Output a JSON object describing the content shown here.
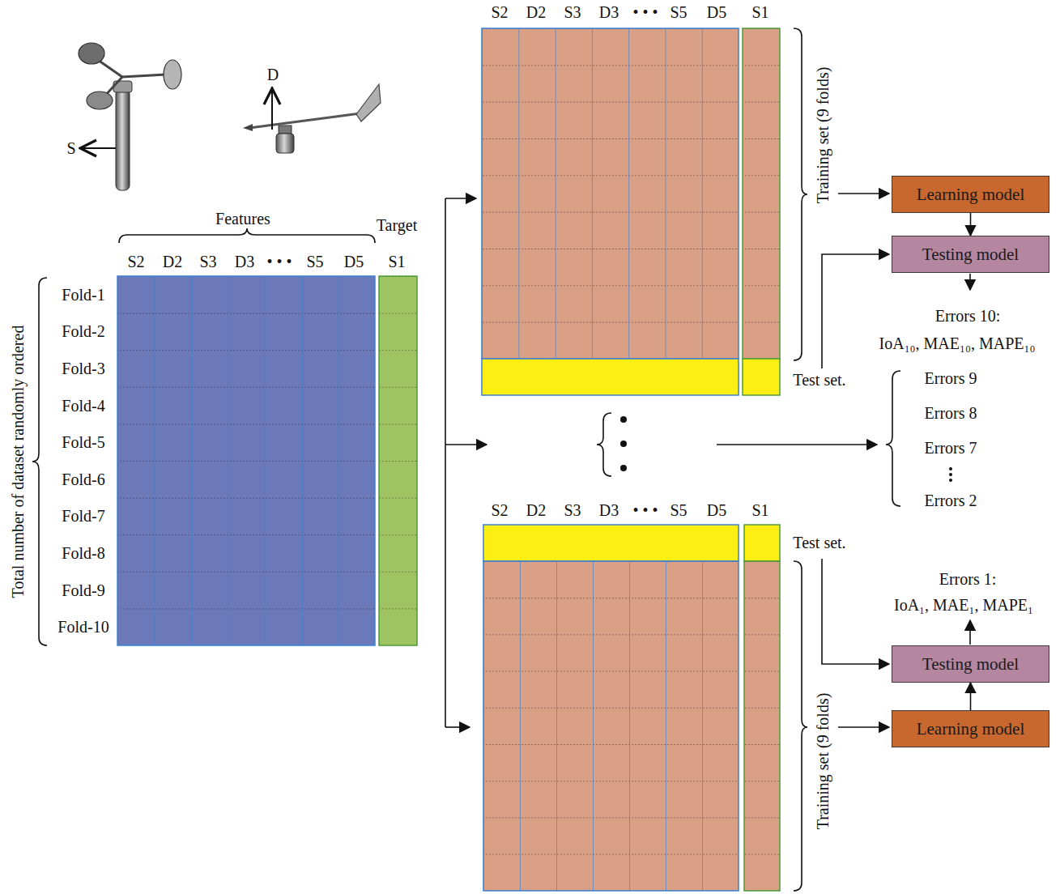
{
  "diagram": {
    "nodes": [
      {
        "text": [
          "Learning model"
        ]
      },
      {
        "text": [
          "Testing model"
        ]
      },
      {
        "text": [
          "Testing model"
        ]
      },
      {
        "text": [
          "Learning model"
        ]
      }
    ],
    "edges": [
      {
        "from": 0,
        "to": 1,
        "arrow": "to"
      },
      {
        "from": 3,
        "to": 2,
        "arrow": "to"
      }
    ],
    "labels": [
      "S",
      "D",
      "Features",
      "Target",
      "S2",
      "D2",
      "S3",
      "D3",
      "• • •",
      "S5",
      "D5",
      "S1",
      "Fold-1",
      "Fold-2",
      "Fold-3",
      "Fold-4",
      "Fold-5",
      "Fold-6",
      "Fold-7",
      "Fold-8",
      "Fold-9",
      "Fold-10",
      "Total number of dataset randomly ordered",
      "S2",
      "D2",
      "S3",
      "D3",
      "• • •",
      "S5",
      "D5",
      "S1",
      "Training set (9 folds)",
      "Test set.",
      "Errors 10:",
      "IoA₁₀, MAE₁₀, MAPE₁₀",
      "Errors 9",
      "Errors 8",
      "Errors 7",
      "Errors 2",
      "S2",
      "D2",
      "S3",
      "D3",
      "• • •",
      "S5",
      "D5",
      "S1",
      "Test set.",
      "Errors 1:",
      "IoA₁, MAE₁, MAPE₁",
      "Training set (9 folds)"
    ]
  }
}
